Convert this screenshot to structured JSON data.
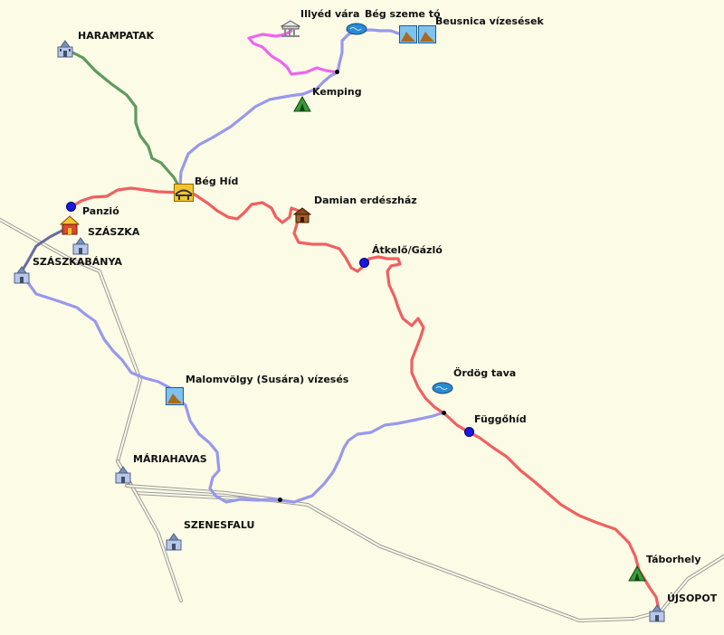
{
  "places": {
    "harampatak": "HARAMPATAK",
    "szaszka": "SZÁSZKA",
    "szaszkabanya": "SZÁSZKABÁNYA",
    "mariahavas": "MÁRIAHAVAS",
    "szenesfalu": "SZENESFALU",
    "ujsopot": "ÚJSOPOT"
  },
  "pois": {
    "illyed_vara": "Illyéd vára",
    "beg_szeme_to": "Bég szeme tó",
    "beusnica": "Beusnica vízesések",
    "kemping": "Kemping",
    "beg_hid": "Bég Híd",
    "panzio": "Panzió",
    "damian": "Damian erdészház",
    "atkelo": "Átkelő/Gázló",
    "ordog_tava": "Ördög tava",
    "fuggohid": "Függőhíd",
    "malomvolgy": "Malomvölgy (Susára) vízesés",
    "taborhely": "Táborhely"
  },
  "colors": {
    "background": "#fcfbe6",
    "route_red": "#f06060",
    "route_blue": "#9898ee",
    "route_green": "#5e9a5e",
    "route_pink": "#ee66ee",
    "route_dark": "#6a6aa0",
    "road": "#9a9a9a"
  },
  "icons": [
    "church-icon",
    "castle-icon",
    "lake-icon",
    "waterfall-icon",
    "tent-icon",
    "bridge-icon",
    "house-icon",
    "cabin-icon",
    "waypoint-icon"
  ]
}
